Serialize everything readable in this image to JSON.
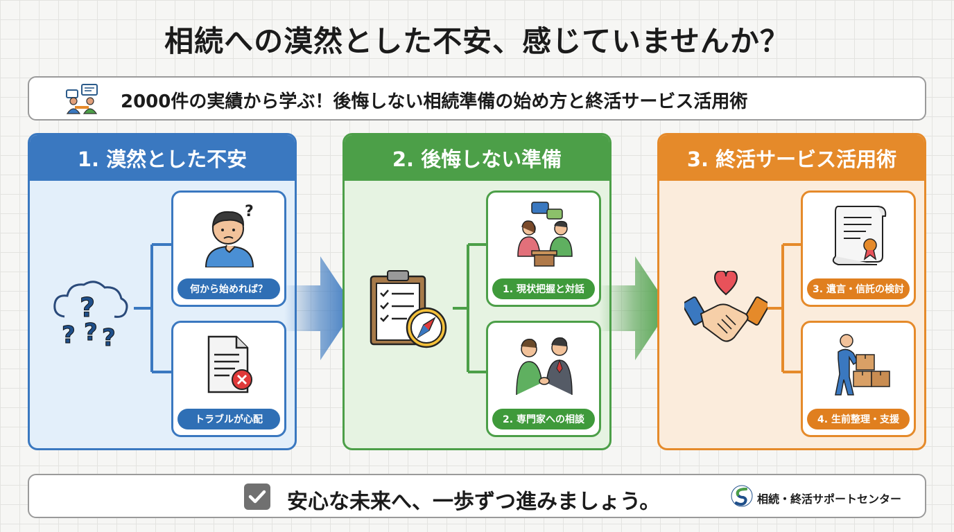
{
  "title": "相続への漠然とした不安、感じていませんか？",
  "subtitle": "2000件の実績から学ぶ！後悔しない相続準備の始め方と終活サービス活用術",
  "panels": [
    {
      "heading": "1. 漠然とした不安",
      "color": "#3a78c0",
      "main_icon": "cloud-question-icon",
      "cards": [
        {
          "label": "何から始めれば？",
          "icon": "confused-person-icon"
        },
        {
          "label": "トラブルが心配",
          "icon": "document-error-icon"
        }
      ]
    },
    {
      "heading": "2. 後悔しない準備",
      "color": "#4c9f48",
      "main_icon": "clipboard-compass-icon",
      "cards": [
        {
          "label": "1. 現状把握と対話",
          "icon": "conversation-icon"
        },
        {
          "label": "2. 専門家への相談",
          "icon": "handshake-consult-icon"
        }
      ]
    },
    {
      "heading": "3. 終活サービス活用術",
      "color": "#e58a2a",
      "main_icon": "handshake-heart-icon",
      "cards": [
        {
          "label": "3. 遺言・信託の検討",
          "icon": "will-scroll-icon"
        },
        {
          "label": "4. 生前整理・支援",
          "icon": "moving-boxes-icon"
        }
      ]
    }
  ],
  "footer": {
    "message": "安心な未来へ、一歩ずつ進みましょう。",
    "org_name": "相続・終活サポートセンター"
  }
}
